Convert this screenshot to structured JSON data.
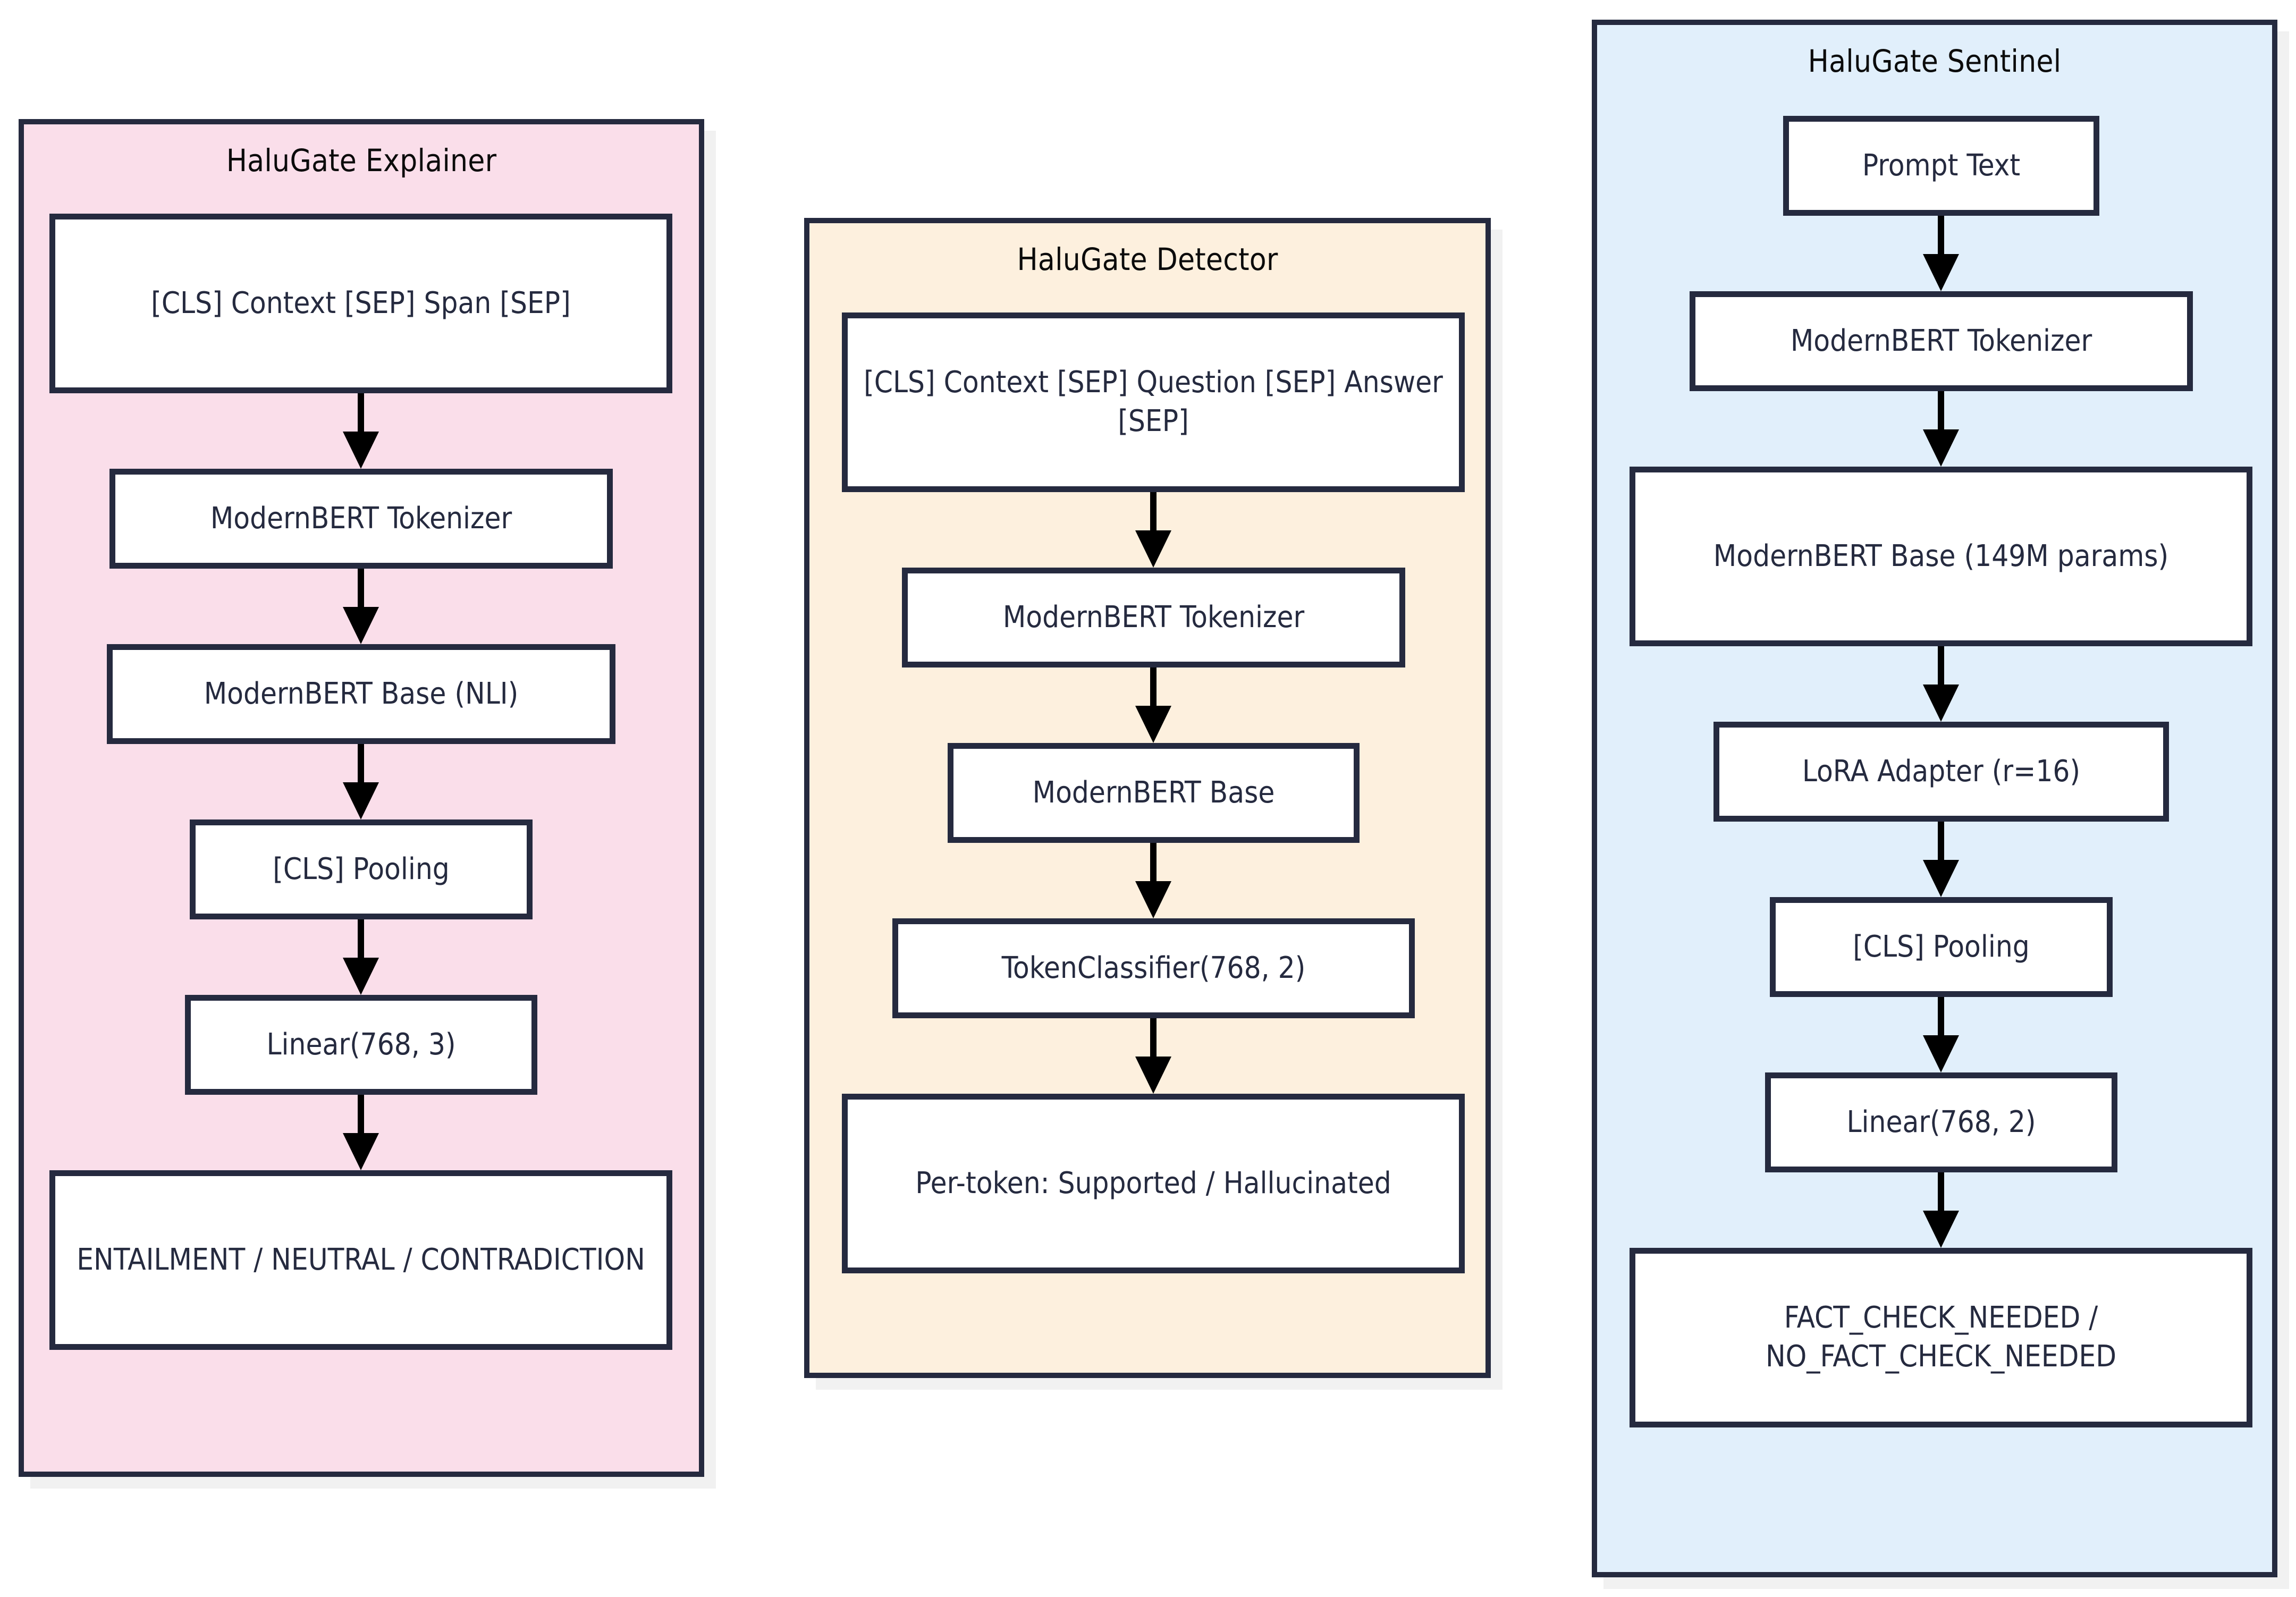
{
  "diagram": {
    "type": "flowchart",
    "orientation": "top-down",
    "background": "#ffffff",
    "node_border_color": "#252a3f",
    "node_fill_color": "#ffffff",
    "arrow_color": "#000000"
  },
  "subgraphs": [
    {
      "id": "explainer",
      "title": "HaluGate Explainer",
      "fill": "#fadeea",
      "border": "#252a3f",
      "nodes": [
        {
          "id": "exp-input",
          "label": "[CLS] Context [SEP] Span [SEP]"
        },
        {
          "id": "exp-tokenizer",
          "label": "ModernBERT Tokenizer"
        },
        {
          "id": "exp-base",
          "label": "ModernBERT Base (NLI)"
        },
        {
          "id": "exp-pooling",
          "label": "[CLS] Pooling"
        },
        {
          "id": "exp-linear",
          "label": "Linear(768, 3)"
        },
        {
          "id": "exp-output",
          "label": "ENTAILMENT / NEUTRAL / CONTRADICTION"
        }
      ],
      "edges": [
        {
          "from": "exp-input",
          "to": "exp-tokenizer"
        },
        {
          "from": "exp-tokenizer",
          "to": "exp-base"
        },
        {
          "from": "exp-base",
          "to": "exp-pooling"
        },
        {
          "from": "exp-pooling",
          "to": "exp-linear"
        },
        {
          "from": "exp-linear",
          "to": "exp-output"
        }
      ]
    },
    {
      "id": "detector",
      "title": "HaluGate Detector",
      "fill": "#fdf0de",
      "border": "#252a3f",
      "nodes": [
        {
          "id": "det-input",
          "label": "[CLS] Context [SEP] Question [SEP] Answer [SEP]"
        },
        {
          "id": "det-tokenizer",
          "label": "ModernBERT Tokenizer"
        },
        {
          "id": "det-base",
          "label": "ModernBERT Base"
        },
        {
          "id": "det-classifier",
          "label": "TokenClassifier(768, 2)"
        },
        {
          "id": "det-output",
          "label": "Per-token: Supported / Hallucinated"
        }
      ],
      "edges": [
        {
          "from": "det-input",
          "to": "det-tokenizer"
        },
        {
          "from": "det-tokenizer",
          "to": "det-base"
        },
        {
          "from": "det-base",
          "to": "det-classifier"
        },
        {
          "from": "det-classifier",
          "to": "det-output"
        }
      ]
    },
    {
      "id": "sentinel",
      "title": "HaluGate Sentinel",
      "fill": "#e1effb",
      "border": "#252a3f",
      "nodes": [
        {
          "id": "sen-prompt",
          "label": "Prompt Text"
        },
        {
          "id": "sen-tokenizer",
          "label": "ModernBERT Tokenizer"
        },
        {
          "id": "sen-base",
          "label": "ModernBERT Base (149M params)"
        },
        {
          "id": "sen-lora",
          "label": "LoRA Adapter (r=16)"
        },
        {
          "id": "sen-pooling",
          "label": "[CLS] Pooling"
        },
        {
          "id": "sen-linear",
          "label": "Linear(768, 2)"
        },
        {
          "id": "sen-output",
          "label": "FACT_CHECK_NEEDED / NO_FACT_CHECK_NEEDED"
        }
      ],
      "edges": [
        {
          "from": "sen-prompt",
          "to": "sen-tokenizer"
        },
        {
          "from": "sen-tokenizer",
          "to": "sen-base"
        },
        {
          "from": "sen-base",
          "to": "sen-lora"
        },
        {
          "from": "sen-lora",
          "to": "sen-pooling"
        },
        {
          "from": "sen-pooling",
          "to": "sen-linear"
        },
        {
          "from": "sen-linear",
          "to": "sen-output"
        }
      ]
    }
  ]
}
